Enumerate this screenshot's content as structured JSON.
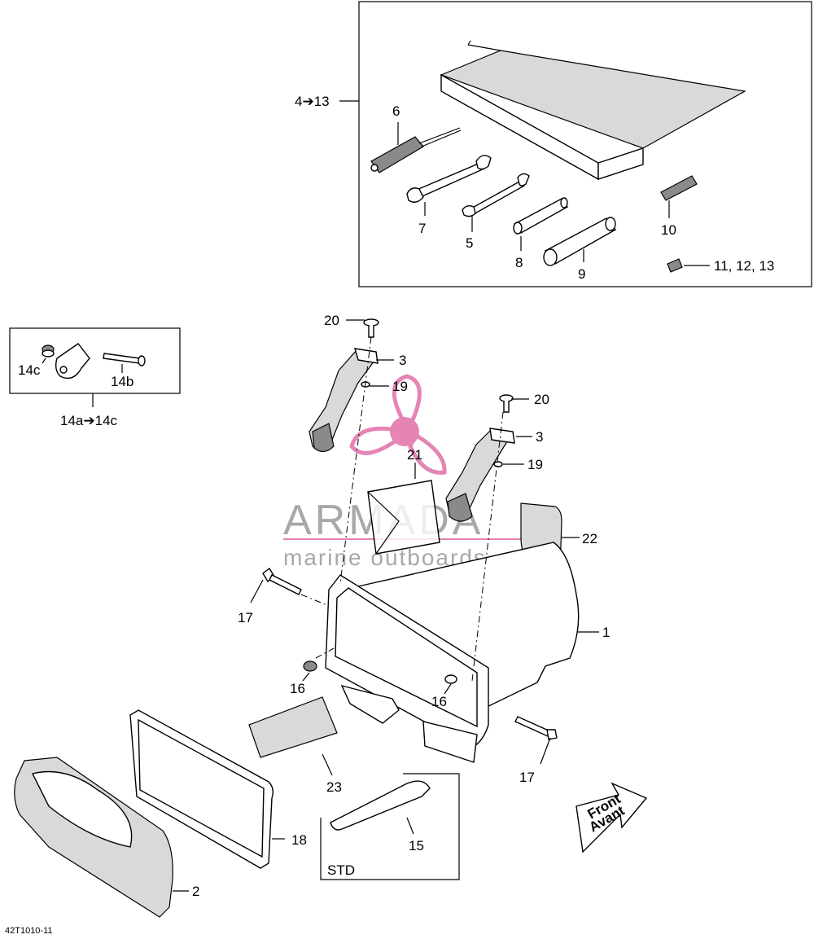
{
  "diagram_code": "42T1010-11",
  "callouts": {
    "c1": "1",
    "c2": "2",
    "c3a": "3",
    "c3b": "3",
    "c4to13": "4➔13",
    "c5": "5",
    "c6": "6",
    "c7": "7",
    "c8": "8",
    "c9": "9",
    "c10": "10",
    "c11_12_13": "11, 12, 13",
    "c14a_14c": "14a➔14c",
    "c14b": "14b",
    "c14c": "14c",
    "c15": "15",
    "c16a": "16",
    "c16b": "16",
    "c17a": "17",
    "c17b": "17",
    "c18": "18",
    "c19a": "19",
    "c19b": "19",
    "c20a": "20",
    "c20b": "20",
    "c21": "21",
    "c22": "22",
    "c23": "23"
  },
  "std_label": "STD",
  "direction_arrow": {
    "line1": "Front",
    "line2": "Avant"
  },
  "watermark": {
    "brand": "ARMADA",
    "tagline": "marine outboards",
    "color_accent": "#e070a8",
    "color_text": "#9a9a9a"
  }
}
